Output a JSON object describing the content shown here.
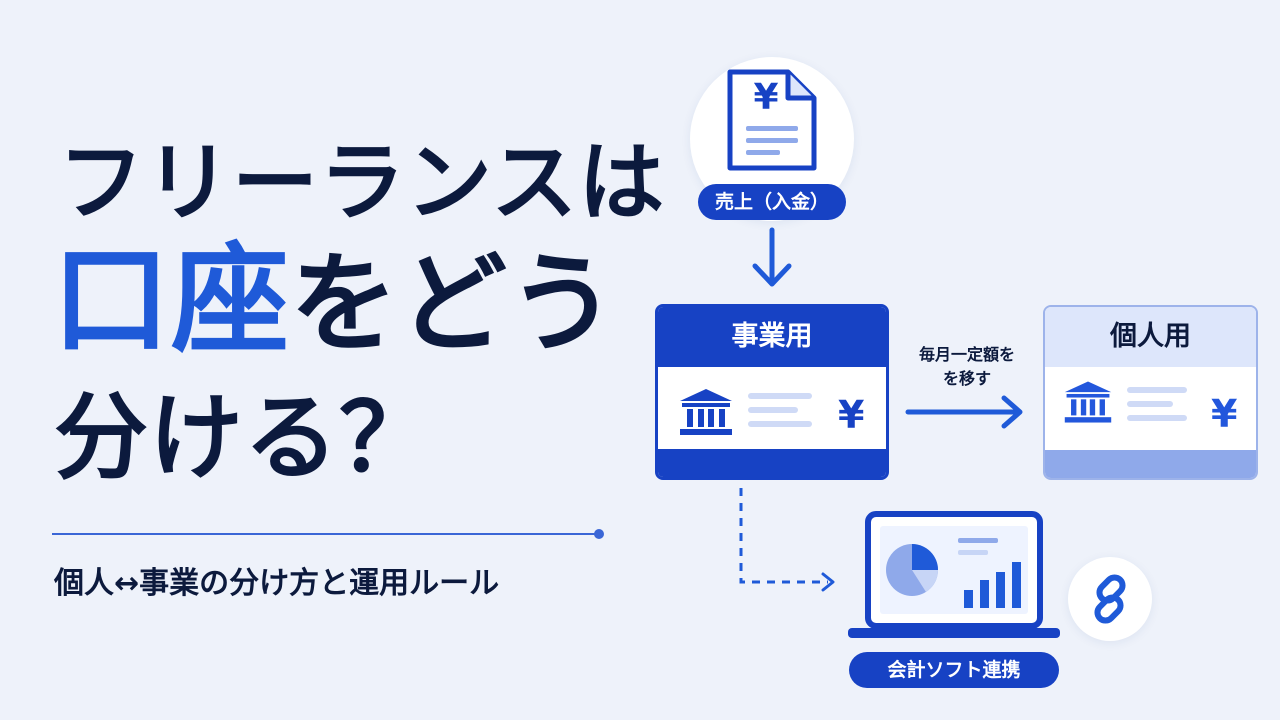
{
  "title": {
    "line1": "フリーランスは",
    "line2_accent": "口座",
    "line2_rest": "をどう",
    "line3": "分ける？"
  },
  "subtitle": "個人↔事業の分け方と運用ルール",
  "diagram": {
    "sales_label": "売上（入金）",
    "business_card_title": "事業用",
    "personal_card_title": "個人用",
    "transfer_label_line1": "毎月一定額を",
    "transfer_label_line2": "を移す",
    "software_label": "会計ソフト連携",
    "yen_symbol": "¥",
    "document_yen_symbol": "¥"
  },
  "colors": {
    "navy": "#0c1a3d",
    "accent_blue": "#1f5ad8",
    "deep_blue": "#1742c4",
    "light_blue": "#8fa9ea",
    "background": "#eef2fa"
  }
}
